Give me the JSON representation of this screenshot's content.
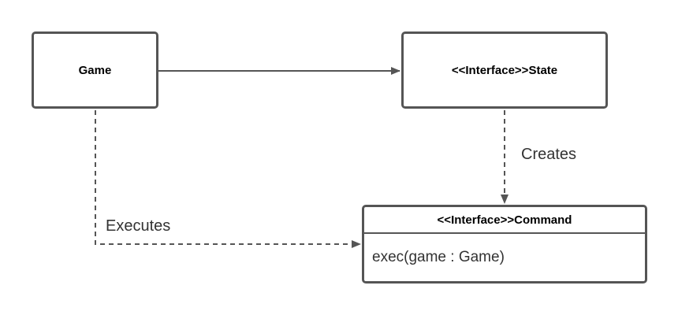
{
  "nodes": {
    "game": {
      "label": "Game"
    },
    "state": {
      "label": "<<Interface>>State"
    },
    "command": {
      "header": "<<Interface>>Command",
      "method": "exec(game : Game)"
    }
  },
  "edges": {
    "creates": {
      "label": "Creates"
    },
    "executes": {
      "label": "Executes"
    }
  },
  "colors": {
    "stroke": "#555555",
    "text": "#333333"
  }
}
